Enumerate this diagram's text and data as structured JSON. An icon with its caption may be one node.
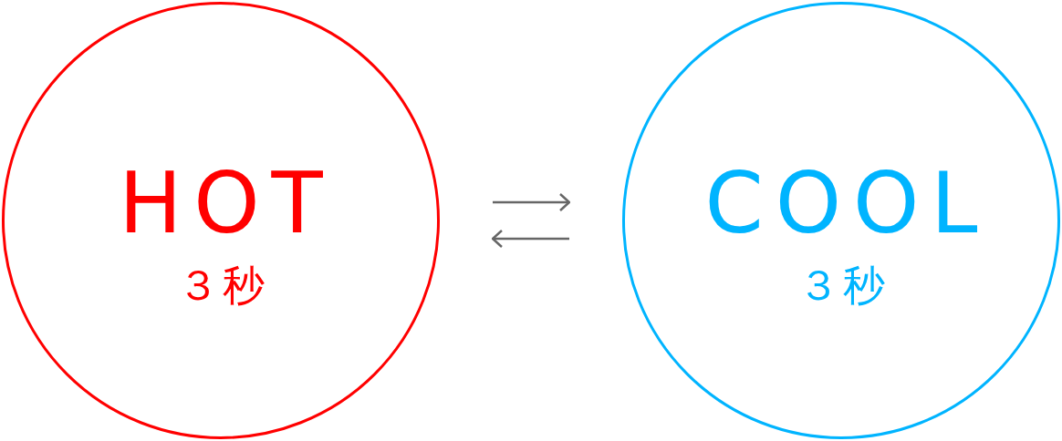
{
  "diagram": {
    "nodes": [
      {
        "text": [
          "HOT",
          "３秒"
        ]
      },
      {
        "text": [
          "COOL",
          "３秒"
        ]
      }
    ],
    "edges": [
      {
        "from": 0,
        "to": 1,
        "arrow": "to"
      },
      {
        "from": 1,
        "to": 0,
        "arrow": "to"
      }
    ]
  }
}
